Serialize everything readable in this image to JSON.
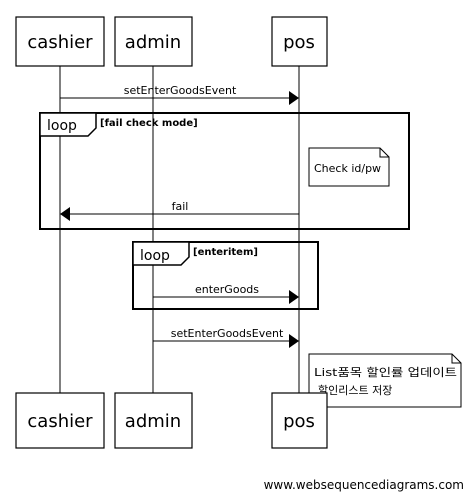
{
  "participants": [
    {
      "id": "cashier",
      "label": "cashier"
    },
    {
      "id": "admin",
      "label": "admin"
    },
    {
      "id": "pos",
      "label": "pos"
    }
  ],
  "messages": [
    {
      "id": "m1",
      "from": "cashier",
      "to": "pos",
      "label": "setEnterGoodsEvent"
    },
    {
      "id": "m2",
      "from": "pos",
      "to": "cashier",
      "label": "fail"
    },
    {
      "id": "m3",
      "from": "admin",
      "to": "pos",
      "label": "enterGoods"
    },
    {
      "id": "m4",
      "from": "admin",
      "to": "pos",
      "label": "setEnterGoodsEvent"
    }
  ],
  "loops": [
    {
      "id": "loop1",
      "keyword": "loop",
      "condition": "[fail check mode]"
    },
    {
      "id": "loop2",
      "keyword": "loop",
      "condition": "[enteritem]"
    }
  ],
  "notes": [
    {
      "id": "note1",
      "lines": [
        "Check id/pw"
      ]
    },
    {
      "id": "note2",
      "lines": [
        "List품목 할인률 업데이트",
        "할인리스트 저장"
      ]
    }
  ],
  "watermark": "www.websequencediagrams.com"
}
